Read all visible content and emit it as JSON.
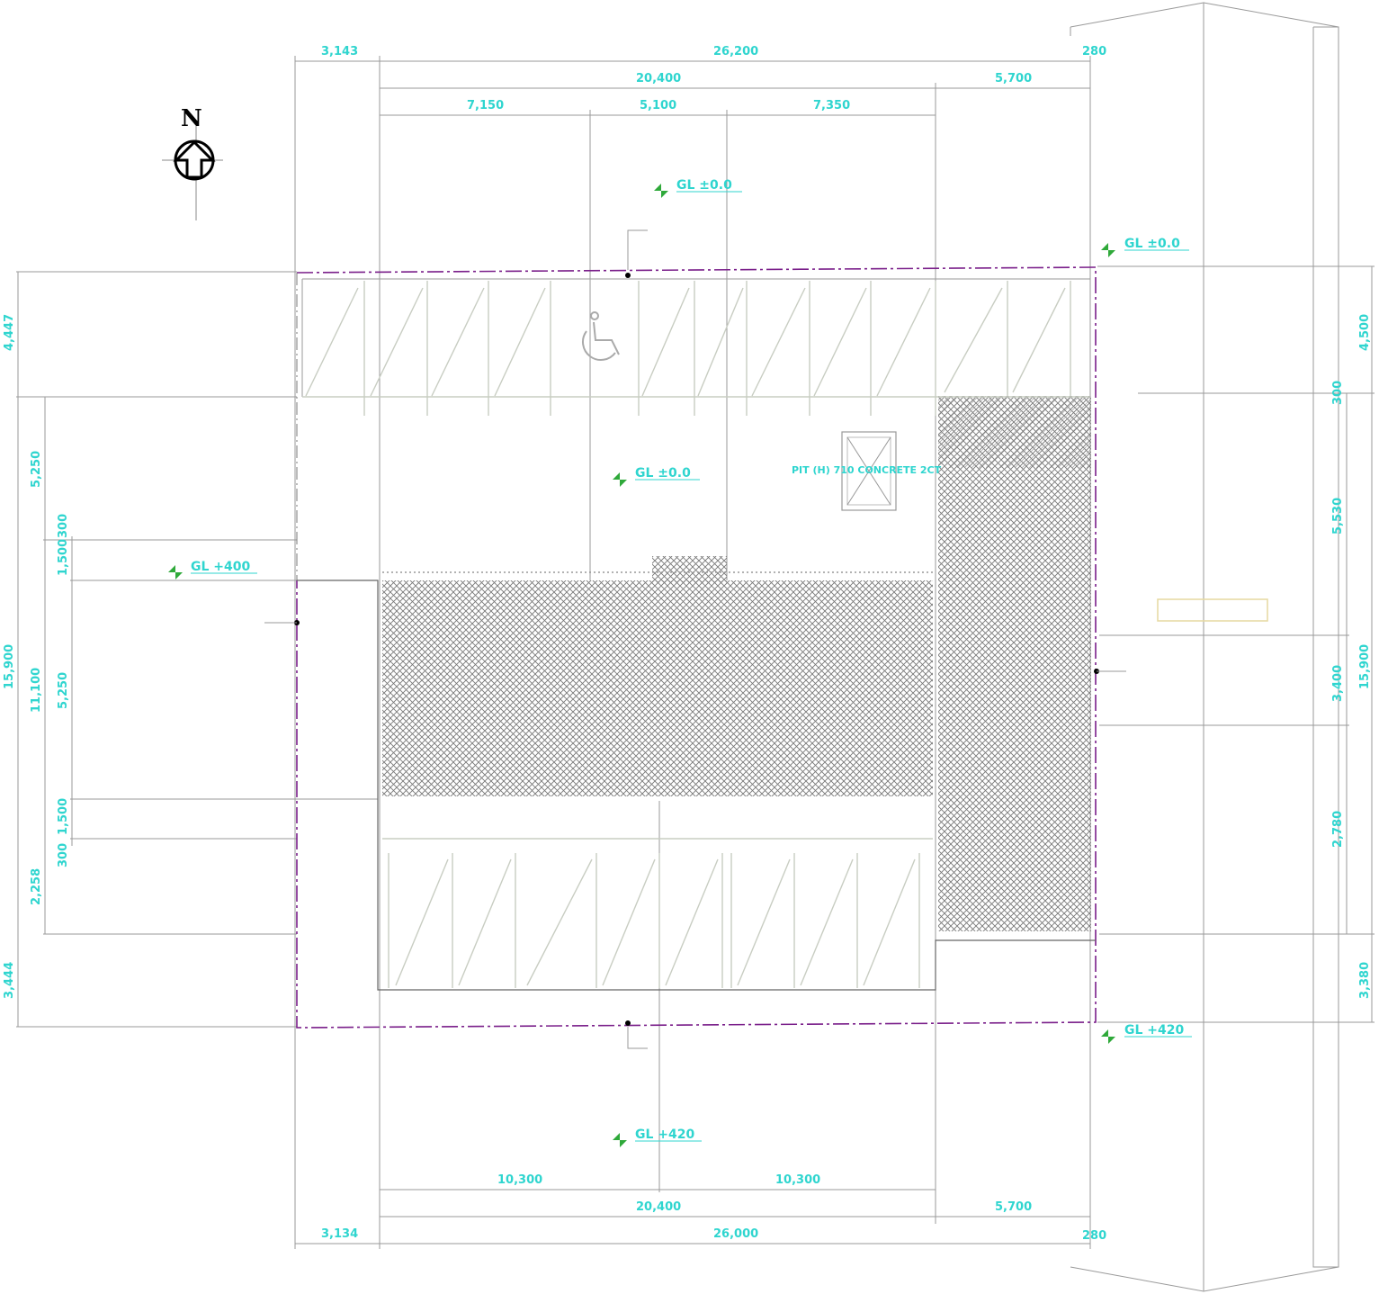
{
  "north_label": "N",
  "top_dims": {
    "overall_left": "3,143",
    "overall_main": "26,200",
    "overall_right": "280",
    "mid_main": "20,400",
    "mid_right": "5,700",
    "seg_a": "7,150",
    "seg_b": "5,100",
    "seg_c": "7,350"
  },
  "bottom_dims": {
    "seg_a": "10,300",
    "seg_b": "10,300",
    "mid_main": "20,400",
    "mid_right": "5,700",
    "overall_left": "3,134",
    "overall_main": "26,000",
    "overall_right": "280"
  },
  "left_dims": {
    "overall": "15,900",
    "top": "4,447",
    "inner": "11,100",
    "upper": "5,250",
    "middle": "5,250",
    "bottom": "2,258",
    "lowest": "3,444",
    "small_a": "1,500",
    "small_b": "300",
    "small_c": "1,500",
    "small_d": "300"
  },
  "right_dims": {
    "overall": "15,900",
    "top": "4,500",
    "small": "300",
    "upper": "5,530",
    "middle": "3,400",
    "lower": "2,780",
    "lowest": "3,380"
  },
  "levels": {
    "top": "GL ±0.0",
    "top_right": "GL ±0.0",
    "center": "GL ±0.0",
    "left": "GL +400",
    "bottom_right": "GL +420",
    "bottom": "GL +420"
  },
  "equipment_note": "PIT (H) 710 CONCRETE 2CT"
}
